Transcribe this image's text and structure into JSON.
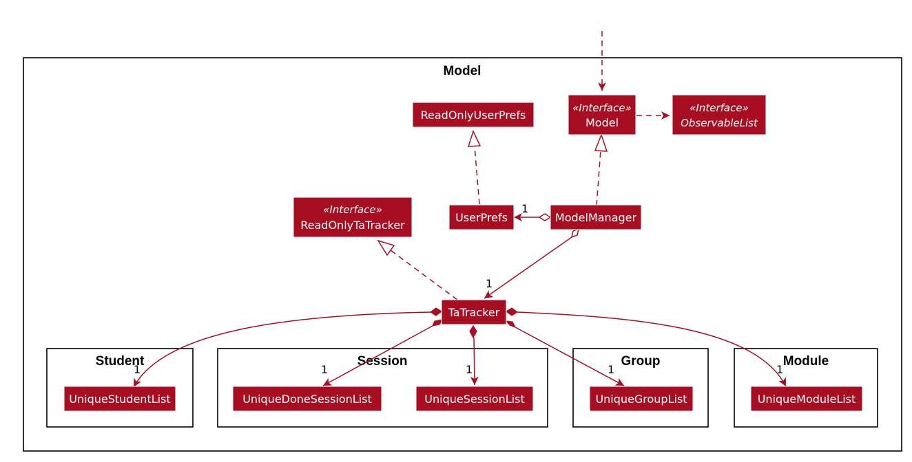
{
  "colors": {
    "class_fill": "#A80E22",
    "relation": "#A80E22",
    "package_border": "#000000",
    "background": "#ffffff"
  },
  "packages": {
    "model": "Model",
    "student": "Student",
    "session": "Session",
    "group": "Group",
    "module": "Module"
  },
  "classes": {
    "read_only_user_prefs": {
      "name": "ReadOnlyUserPrefs"
    },
    "model": {
      "stereotype": "«Interface»",
      "name": "Model"
    },
    "observable_list": {
      "stereotype": "«Interface»",
      "name": "ObservableList"
    },
    "read_only_ta_tracker": {
      "stereotype": "«Interface»",
      "name": "ReadOnlyTaTracker"
    },
    "user_prefs": {
      "name": "UserPrefs"
    },
    "model_manager": {
      "name": "ModelManager"
    },
    "ta_tracker": {
      "name": "TaTracker"
    },
    "unique_student_list": {
      "name": "UniqueStudentList"
    },
    "unique_done_session_list": {
      "name": "UniqueDoneSessionList"
    },
    "unique_session_list": {
      "name": "UniqueSessionList"
    },
    "unique_group_list": {
      "name": "UniqueGroupList"
    },
    "unique_module_list": {
      "name": "UniqueModuleList"
    }
  },
  "multiplicities": {
    "user_prefs": "1",
    "ta_tracker": "1",
    "student_list": "1",
    "done_session_list": "1",
    "session_list": "1",
    "group_list": "1",
    "module_list": "1"
  }
}
